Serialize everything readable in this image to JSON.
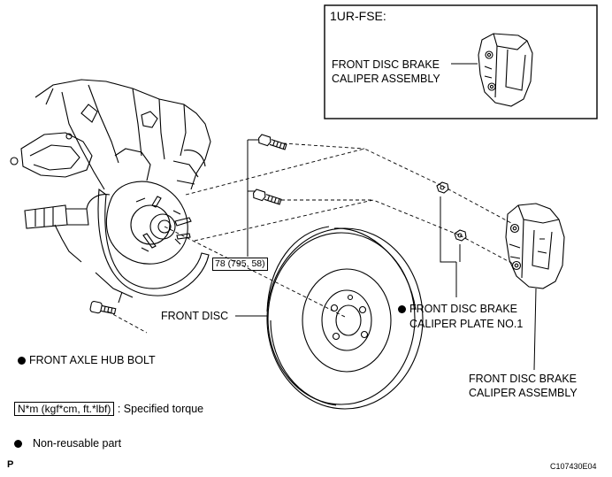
{
  "inset": {
    "engine_label": "1UR-FSE:",
    "caliper_label_1": "FRONT DISC BRAKE",
    "caliper_label_2": "CALIPER ASSEMBLY"
  },
  "torque_callout": "78 (795, 58)",
  "labels": {
    "front_disc": "FRONT DISC",
    "hub_bolt": "FRONT AXLE HUB BOLT",
    "plate_1": "FRONT DISC BRAKE",
    "plate_2": "CALIPER PLATE NO.1",
    "caliper_1": "FRONT DISC BRAKE",
    "caliper_2": "CALIPER ASSEMBLY"
  },
  "legend": {
    "torque_units": "N*m (kgf*cm, ft.*lbf)",
    "torque_text": ": Specified torque",
    "nonreusable_text": "Non-reusable part"
  },
  "footer": {
    "left_code": "P",
    "right_code": "C107430E04"
  }
}
